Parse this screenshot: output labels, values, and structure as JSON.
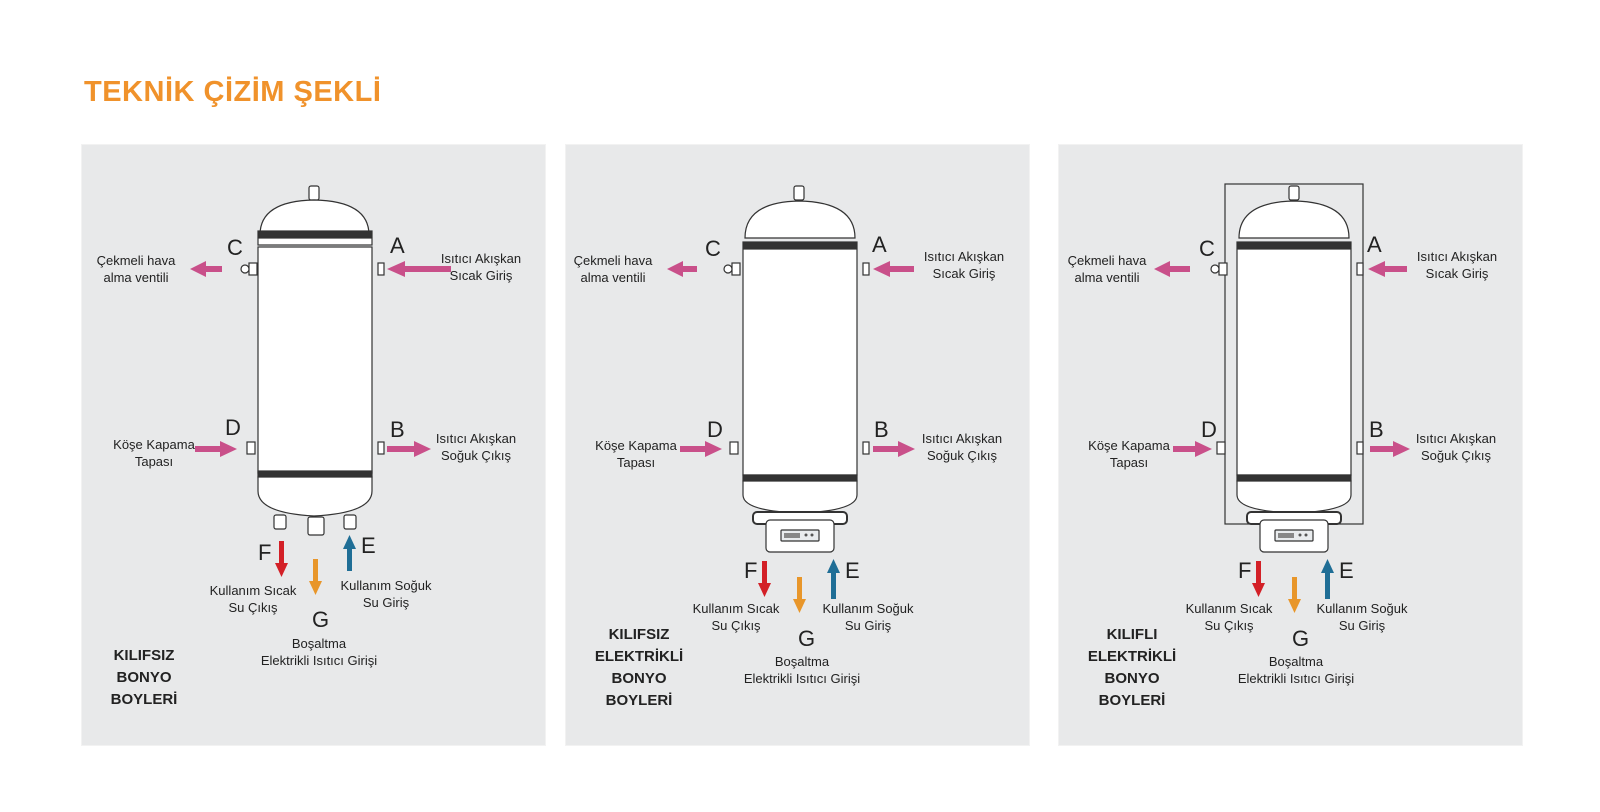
{
  "page": {
    "title": "TEKNİK ÇİZİM ŞEKLİ"
  },
  "colors": {
    "accent": "#F0922B",
    "panel_bg": "#E8E9EA",
    "arrow_pink": "#C9508A",
    "arrow_red": "#D32027",
    "arrow_orange": "#E8962A",
    "arrow_blue": "#1F6E96"
  },
  "panels": [
    {
      "caption": [
        "KILIFSIZ",
        "BONYO",
        "BOYLERİ"
      ],
      "labels": {
        "A": "A",
        "B": "B",
        "C": "C",
        "D": "D",
        "E": "E",
        "F": "F",
        "G": "G",
        "a_text": [
          "Isıtıcı Akışkan",
          "Sıcak  Giriş"
        ],
        "b_text": [
          "Isıtıcı Akışkan",
          "Soğuk  Çıkış"
        ],
        "c_text": [
          "Çekmeli  hava",
          "alma  ventili"
        ],
        "d_text": [
          "Köşe Kapama",
          "Tapası"
        ],
        "e_text": [
          "Kullanım Soğuk",
          "Su Giriş"
        ],
        "f_text": [
          "Kullanım Sıcak",
          "Su Çıkış"
        ],
        "g_text": [
          "Boşaltma",
          "Elektrikli Isıtıcı Girişi"
        ]
      }
    },
    {
      "caption": [
        "KILIFSIZ",
        "ELEKTRİKLİ",
        "BONYO",
        "BOYLERİ"
      ],
      "labels": {
        "A": "A",
        "B": "B",
        "C": "C",
        "D": "D",
        "E": "E",
        "F": "F",
        "G": "G",
        "a_text": [
          "Isıtıcı Akışkan",
          "Sıcak  Giriş"
        ],
        "b_text": [
          "Isıtıcı Akışkan",
          "Soğuk  Çıkış"
        ],
        "c_text": [
          "Çekmeli  hava",
          "alma  ventili"
        ],
        "d_text": [
          "Köşe Kapama",
          "Tapası"
        ],
        "e_text": [
          "Kullanım Soğuk",
          "Su Giriş"
        ],
        "f_text": [
          "Kullanım Sıcak",
          "Su Çıkış"
        ],
        "g_text": [
          "Boşaltma",
          "Elektrikli Isıtıcı Girişi"
        ]
      }
    },
    {
      "caption": [
        "KILIFLI",
        "ELEKTRİKLİ",
        "BONYO",
        "BOYLERİ"
      ],
      "labels": {
        "A": "A",
        "B": "B",
        "C": "C",
        "D": "D",
        "E": "E",
        "F": "F",
        "G": "G",
        "a_text": [
          "Isıtıcı Akışkan",
          "Sıcak  Giriş"
        ],
        "b_text": [
          "Isıtıcı Akışkan",
          "Soğuk  Çıkış"
        ],
        "c_text": [
          "Çekmeli  hava",
          "alma  ventili"
        ],
        "d_text": [
          "Köşe Kapama",
          "Tapası"
        ],
        "e_text": [
          "Kullanım Soğuk",
          "Su Giriş"
        ],
        "f_text": [
          "Kullanım Sıcak",
          "Su Çıkış"
        ],
        "g_text": [
          "Boşaltma",
          "Elektrikli Isıtıcı Girişi"
        ]
      }
    }
  ]
}
